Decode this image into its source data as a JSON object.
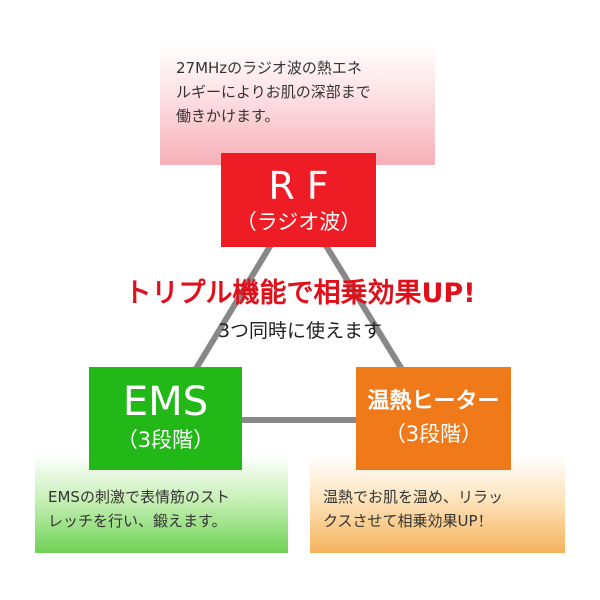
{
  "center": {
    "headline": "トリプル機能で相乗効果UP!",
    "subline": "3つ同時に使えます"
  },
  "rf": {
    "title": "RF",
    "subtitle": "（ラジオ波）",
    "description_lines": [
      "27MHzのラジオ波の熱エネ",
      "ルギーによりお肌の深部まで",
      "働きかけます。"
    ],
    "color": "#ee1c25"
  },
  "ems": {
    "title": "EMS",
    "subtitle": "（3段階）",
    "description_lines": [
      "EMSの刺激で表情筋のスト",
      "レッチを行い、鍛えます。"
    ],
    "color": "#22b818"
  },
  "heater": {
    "title": "温熱ヒーター",
    "subtitle": "（3段階）",
    "description_lines": [
      "温熱でお肌を温め、リラッ",
      "クスさせて相乗効果UP！"
    ],
    "color": "#f07a1a"
  }
}
